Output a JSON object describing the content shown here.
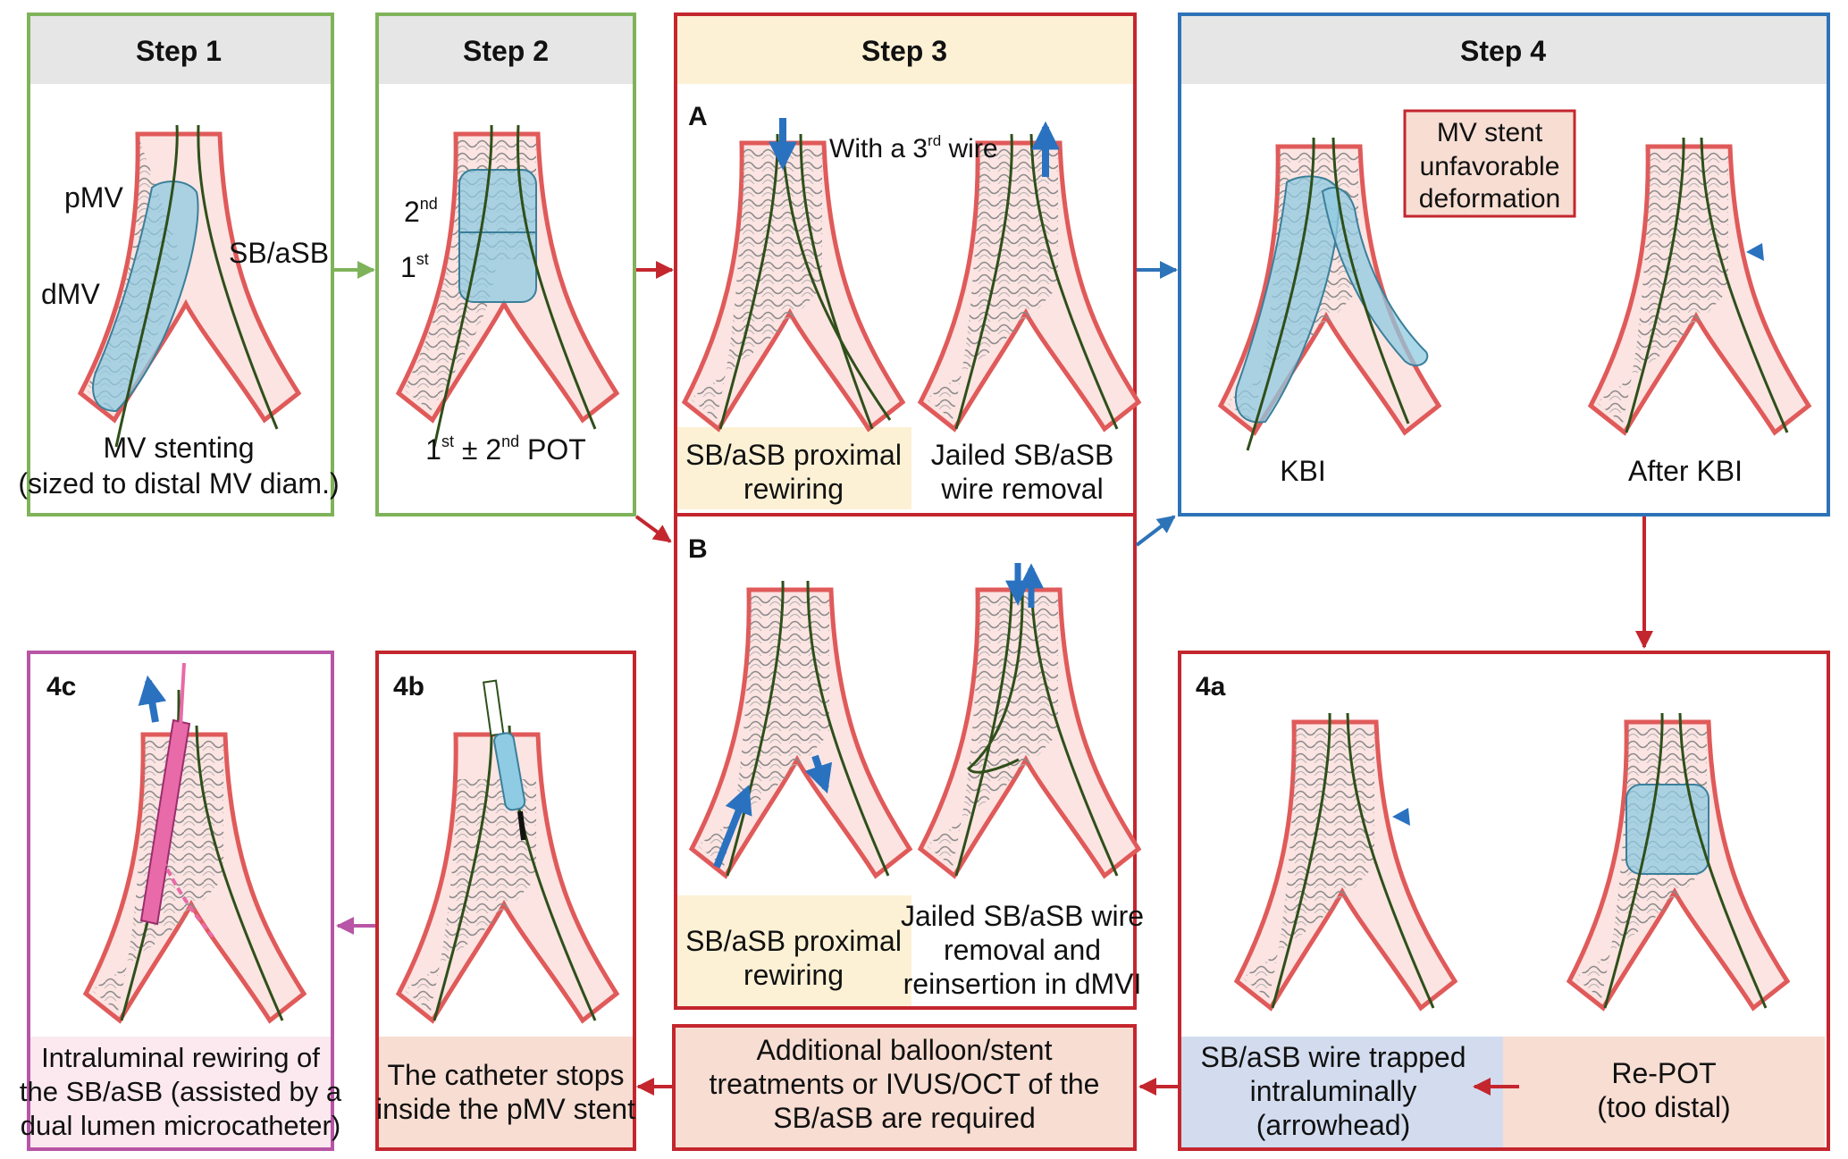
{
  "colors": {
    "green": "#7fb35a",
    "red": "#c4262e",
    "blue": "#2d73b8",
    "purple": "#b855a6",
    "gray_header": "#e6e6e6",
    "cream": "#fdf1d5",
    "salmon": "#f7ddd2",
    "lavender": "#d3dcef",
    "pink_light": "#fbe9ef",
    "vessel_fill": "#fbe4e2",
    "vessel_edge": "#e05a5a",
    "balloon": "#8fcbe2",
    "wire": "#2f4f1a",
    "arrow_blue": "#2a72c0",
    "stent": "#8a8a8a"
  },
  "steps": {
    "step1": {
      "header": "Step 1",
      "labels": {
        "pmv": "pMV",
        "dmv": "dMV",
        "sb": "SB/aSB"
      },
      "caption_line1": "MV stenting",
      "caption_line2": "(sized to distal MV diam.)"
    },
    "step2": {
      "header": "Step 2",
      "label_2nd": "2",
      "label_2nd_sup": "nd",
      "label_1st": "1",
      "label_1st_sup": "st",
      "cap_a": "1",
      "cap_a_sup": "st",
      "cap_b": " ± 2",
      "cap_b_sup": "nd",
      "cap_c": " POT"
    },
    "step3": {
      "header": "Step 3",
      "panel_a": {
        "letter": "A",
        "note_pre": "With a 3",
        "note_sup": "rd",
        "note_post": " wire",
        "left_caption_line1": "SB/aSB proximal",
        "left_caption_line2": "rewiring",
        "right_caption_line1": "Jailed SB/aSB",
        "right_caption_line2": "wire removal"
      },
      "panel_b": {
        "letter": "B",
        "left_caption_line1": "SB/aSB proximal",
        "left_caption_line2": "rewiring",
        "right_caption_line1": "Jailed SB/aSB wire",
        "right_caption_line2": "removal and",
        "right_caption_line3": "reinsertion in dMVI"
      }
    },
    "step4": {
      "header": "Step 4",
      "deform_line1": "MV stent",
      "deform_line2": "unfavorable",
      "deform_line3": "deformation",
      "left_label": "KBI",
      "right_label": "After KBI"
    },
    "s4a": {
      "letter": "4a",
      "left_caption_line1": "SB/aSB wire trapped",
      "left_caption_line2": "intraluminally",
      "left_caption_line3": "(arrowhead)",
      "right_caption_line1": "Re-POT",
      "right_caption_line2": "(too distal)"
    },
    "s4b": {
      "letter": "4b",
      "caption_line1": "The catheter stops",
      "caption_line2": "inside the pMV stent"
    },
    "s4c": {
      "letter": "4c",
      "caption_line1": "Intraluminal rewiring of",
      "caption_line2": "the SB/aSB (assisted by a",
      "caption_line3": "dual lumen microcatheter)"
    },
    "additional": {
      "line1": "Additional balloon/stent",
      "line2": "treatments or IVUS/OCT of the",
      "line3": "SB/aSB are required"
    }
  }
}
